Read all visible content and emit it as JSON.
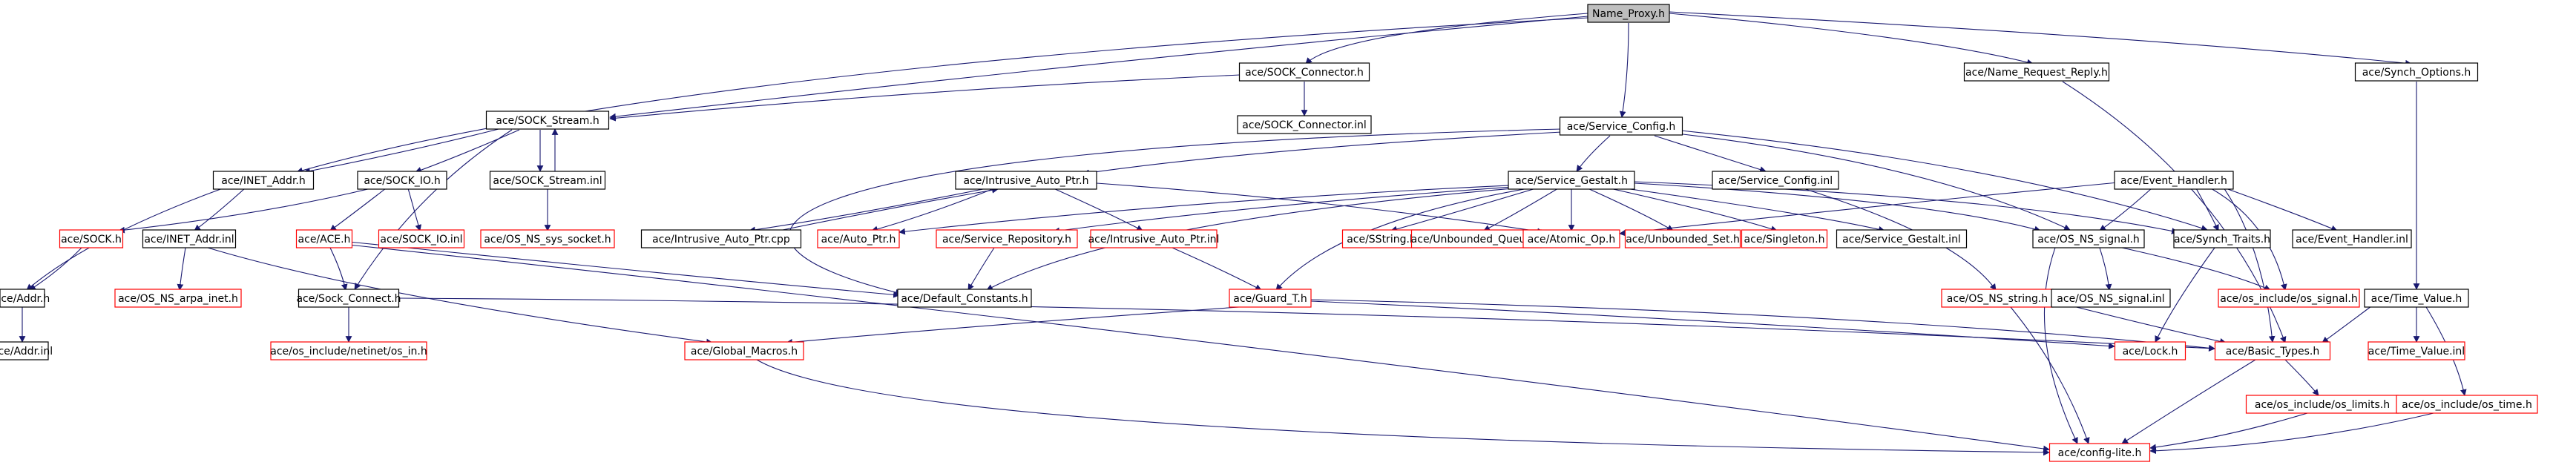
{
  "colors": {
    "edge": "#191970",
    "node_border": "#000000",
    "node_missing": "#ff0000",
    "root_fill": "#bfbfbf"
  },
  "nodes": [
    {
      "id": "root",
      "label": "Name_Proxy.h",
      "kind": "root"
    },
    {
      "id": "sc",
      "label": "ace/SOCK_Connector.h",
      "kind": "normal"
    },
    {
      "id": "nrr",
      "label": "ace/Name_Request_Reply.h",
      "kind": "normal"
    },
    {
      "id": "so",
      "label": "ace/Synch_Options.h",
      "kind": "normal"
    },
    {
      "id": "ss",
      "label": "ace/SOCK_Stream.h",
      "kind": "normal"
    },
    {
      "id": "scinl",
      "label": "ace/SOCK_Connector.inl",
      "kind": "normal"
    },
    {
      "id": "svc",
      "label": "ace/Service_Config.h",
      "kind": "normal"
    },
    {
      "id": "inet",
      "label": "ace/INET_Addr.h",
      "kind": "normal"
    },
    {
      "id": "sio",
      "label": "ace/SOCK_IO.h",
      "kind": "normal"
    },
    {
      "id": "ssinl",
      "label": "ace/SOCK_Stream.inl",
      "kind": "normal"
    },
    {
      "id": "iap",
      "label": "ace/Intrusive_Auto_Ptr.h",
      "kind": "normal"
    },
    {
      "id": "sg",
      "label": "ace/Service_Gestalt.h",
      "kind": "normal"
    },
    {
      "id": "svcinl",
      "label": "ace/Service_Config.inl",
      "kind": "normal"
    },
    {
      "id": "eh",
      "label": "ace/Event_Handler.h",
      "kind": "normal"
    },
    {
      "id": "sockh",
      "label": "ace/SOCK.h",
      "kind": "missing"
    },
    {
      "id": "inetinl",
      "label": "ace/INET_Addr.inl",
      "kind": "normal"
    },
    {
      "id": "aceh",
      "label": "ace/ACE.h",
      "kind": "missing"
    },
    {
      "id": "sioinl",
      "label": "ace/SOCK_IO.inl",
      "kind": "missing"
    },
    {
      "id": "osnss",
      "label": "ace/OS_NS_sys_socket.h",
      "kind": "missing"
    },
    {
      "id": "iapcpp",
      "label": "ace/Intrusive_Auto_Ptr.cpp",
      "kind": "normal"
    },
    {
      "id": "autoptr",
      "label": "ace/Auto_Ptr.h",
      "kind": "missing"
    },
    {
      "id": "srep",
      "label": "ace/Service_Repository.h",
      "kind": "missing"
    },
    {
      "id": "iapinl",
      "label": "ace/Intrusive_Auto_Ptr.inl",
      "kind": "missing"
    },
    {
      "id": "sstr",
      "label": "ace/SString.h",
      "kind": "missing"
    },
    {
      "id": "ubq",
      "label": "ace/Unbounded_Queue.h",
      "kind": "missing"
    },
    {
      "id": "atom",
      "label": "ace/Atomic_Op.h",
      "kind": "missing"
    },
    {
      "id": "ubs",
      "label": "ace/Unbounded_Set.h",
      "kind": "missing"
    },
    {
      "id": "sing",
      "label": "ace/Singleton.h",
      "kind": "missing"
    },
    {
      "id": "sginl",
      "label": "ace/Service_Gestalt.inl",
      "kind": "normal"
    },
    {
      "id": "osnsig",
      "label": "ace/OS_NS_signal.h",
      "kind": "normal"
    },
    {
      "id": "synt",
      "label": "ace/Synch_Traits.h",
      "kind": "normal"
    },
    {
      "id": "ehinl",
      "label": "ace/Event_Handler.inl",
      "kind": "normal"
    },
    {
      "id": "addrh",
      "label": "ace/Addr.h",
      "kind": "normal"
    },
    {
      "id": "osarpa",
      "label": "ace/OS_NS_arpa_inet.h",
      "kind": "missing"
    },
    {
      "id": "sconn",
      "label": "ace/Sock_Connect.h",
      "kind": "normal"
    },
    {
      "id": "defc",
      "label": "ace/Default_Constants.h",
      "kind": "normal"
    },
    {
      "id": "guard",
      "label": "ace/Guard_T.h",
      "kind": "missing"
    },
    {
      "id": "osnsstr",
      "label": "ace/OS_NS_string.h",
      "kind": "missing"
    },
    {
      "id": "osnsiginl",
      "label": "ace/OS_NS_signal.inl",
      "kind": "normal"
    },
    {
      "id": "osisig",
      "label": "ace/os_include/os_signal.h",
      "kind": "missing"
    },
    {
      "id": "tv",
      "label": "ace/Time_Value.h",
      "kind": "normal"
    },
    {
      "id": "addrinl",
      "label": "ace/Addr.inl",
      "kind": "normal"
    },
    {
      "id": "netin",
      "label": "ace/os_include/netinet/os_in.h",
      "kind": "missing"
    },
    {
      "id": "gm",
      "label": "ace/Global_Macros.h",
      "kind": "missing"
    },
    {
      "id": "lock",
      "label": "ace/Lock.h",
      "kind": "missing"
    },
    {
      "id": "bt",
      "label": "ace/Basic_Types.h",
      "kind": "missing"
    },
    {
      "id": "tvinl",
      "label": "ace/Time_Value.inl",
      "kind": "missing"
    },
    {
      "id": "limits",
      "label": "ace/os_include/os_limits.h",
      "kind": "missing"
    },
    {
      "id": "ostime",
      "label": "ace/os_include/os_time.h",
      "kind": "missing"
    },
    {
      "id": "cfg",
      "label": "ace/config-lite.h",
      "kind": "missing"
    }
  ]
}
